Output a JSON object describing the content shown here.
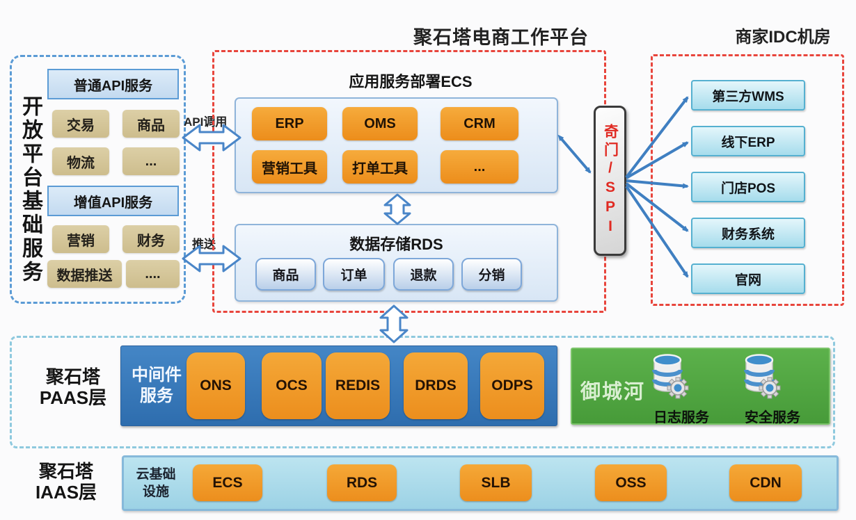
{
  "titles": {
    "center": "聚石塔电商工作平台",
    "idc": "商家IDC机房"
  },
  "left_panel": {
    "side_label": "开放平台基础服务",
    "header1": "普通API服务",
    "items1": [
      "交易",
      "商品",
      "物流",
      "..."
    ],
    "header2": "增值API服务",
    "items2": [
      "营销",
      "财务",
      "数据推送",
      "...."
    ]
  },
  "flow_labels": {
    "api_call": "API调用",
    "push": "推送"
  },
  "center_panel": {
    "ecs_title": "应用服务部署ECS",
    "ecs_items": [
      "ERP",
      "OMS",
      "CRM",
      "营销工具",
      "打单工具",
      "..."
    ],
    "rds_title": "数据存储RDS",
    "rds_items": [
      "商品",
      "订单",
      "退款",
      "分销"
    ]
  },
  "qimen": {
    "label": "奇门/SPI"
  },
  "idc_panel": {
    "items": [
      "第三方WMS",
      "线下ERP",
      "门店POS",
      "财务系统",
      "官网"
    ]
  },
  "paas": {
    "label_line1": "聚石塔",
    "label_line2": "PAAS层",
    "middleware_label": "中间件服务",
    "items": [
      "ONS",
      "OCS",
      "REDIS",
      "DRDS",
      "ODPS"
    ],
    "security_panel_label": "御城河",
    "services": [
      "日志服务",
      "安全服务"
    ]
  },
  "iaas": {
    "label_line1": "聚石塔",
    "label_line2": "IAAS层",
    "cloud_label": "云基础设施",
    "items": [
      "ECS",
      "RDS",
      "SLB",
      "OSS",
      "CDN"
    ]
  },
  "colors": {
    "orange": "#f09a28",
    "tan": "#d5c79c",
    "blue_dash": "#5b9bd5",
    "red_dash": "#e8453c",
    "paas_blue": "#3a7cbd",
    "green": "#52a83e",
    "cyan": "#aee0ef",
    "qimen_text": "#e02a22",
    "arrow_blue": "#3f7fc1"
  }
}
